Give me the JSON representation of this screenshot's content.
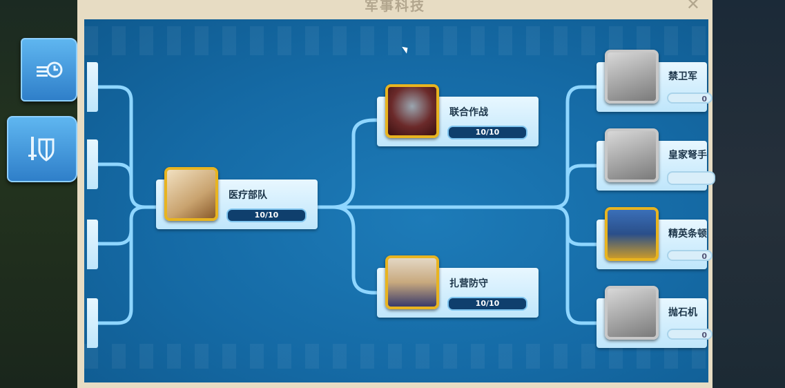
{
  "window": {
    "title": "军事科技",
    "close_symbol": "✕"
  },
  "colors": {
    "panel_blue": "#156aa5",
    "frame_tan": "#e7dcc3",
    "line_blue": "#8fd6ff",
    "icon_gold": "#e8b420"
  },
  "techs": [
    {
      "name": "医疗部队",
      "progress": "10/10",
      "icon": "bandage-icon"
    },
    {
      "name": "联合作战",
      "progress": "10/10",
      "icon": "spear-icon"
    },
    {
      "name": "扎营防守",
      "progress": "10/10",
      "icon": "tent-icon"
    }
  ],
  "units": [
    {
      "name": "禁卫军",
      "progress": "0",
      "icon": "guard-icon",
      "locked": true
    },
    {
      "name": "皇家弩手",
      "progress": "",
      "icon": "crossbowman-icon",
      "locked": true
    },
    {
      "name": "精英条顿",
      "progress": "0",
      "icon": "teutonic-knight-icon",
      "locked": false
    },
    {
      "name": "抛石机",
      "progress": "0",
      "icon": "trebuchet-icon",
      "locked": true
    }
  ]
}
